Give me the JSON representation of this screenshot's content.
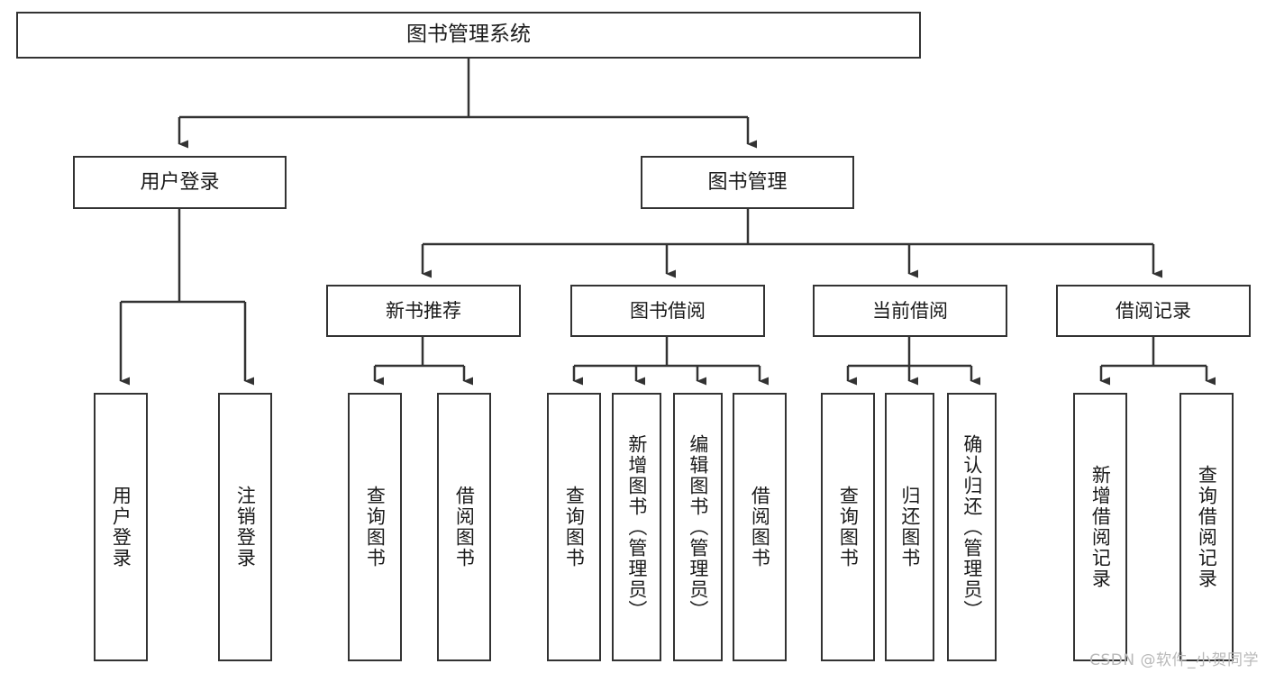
{
  "diagram": {
    "type": "tree",
    "title": "图书管理系统",
    "watermark": "CSDN @软件_小贺同学",
    "colors": {
      "stroke": "#333333",
      "fill": "#ffffff",
      "text": "#1a1a1a",
      "watermark": "#b9b9b9"
    },
    "nodes": {
      "root": {
        "label": "图书管理系统"
      },
      "login": {
        "label": "用户登录"
      },
      "book_manage": {
        "label": "图书管理"
      },
      "new_book": {
        "label": "新书推荐"
      },
      "borrow": {
        "label": "图书借阅"
      },
      "current": {
        "label": "当前借阅"
      },
      "record": {
        "label": "借阅记录"
      },
      "login_leaf_1": {
        "label": "用户登录"
      },
      "login_leaf_2": {
        "label": "注销登录"
      },
      "new_book_leaf_1": {
        "label": "查询图书"
      },
      "new_book_leaf_2": {
        "label": "借阅图书"
      },
      "borrow_leaf_1": {
        "label": "查询图书"
      },
      "borrow_leaf_2": {
        "label": "新增图书（管理员）"
      },
      "borrow_leaf_3": {
        "label": "编辑图书（管理员）"
      },
      "borrow_leaf_4": {
        "label": "借阅图书"
      },
      "current_leaf_1": {
        "label": "查询图书"
      },
      "current_leaf_2": {
        "label": "归还图书"
      },
      "current_leaf_3": {
        "label": "确认归还（管理员）"
      },
      "record_leaf_1": {
        "label": "新增借阅记录"
      },
      "record_leaf_2": {
        "label": "查询借阅记录"
      }
    }
  }
}
